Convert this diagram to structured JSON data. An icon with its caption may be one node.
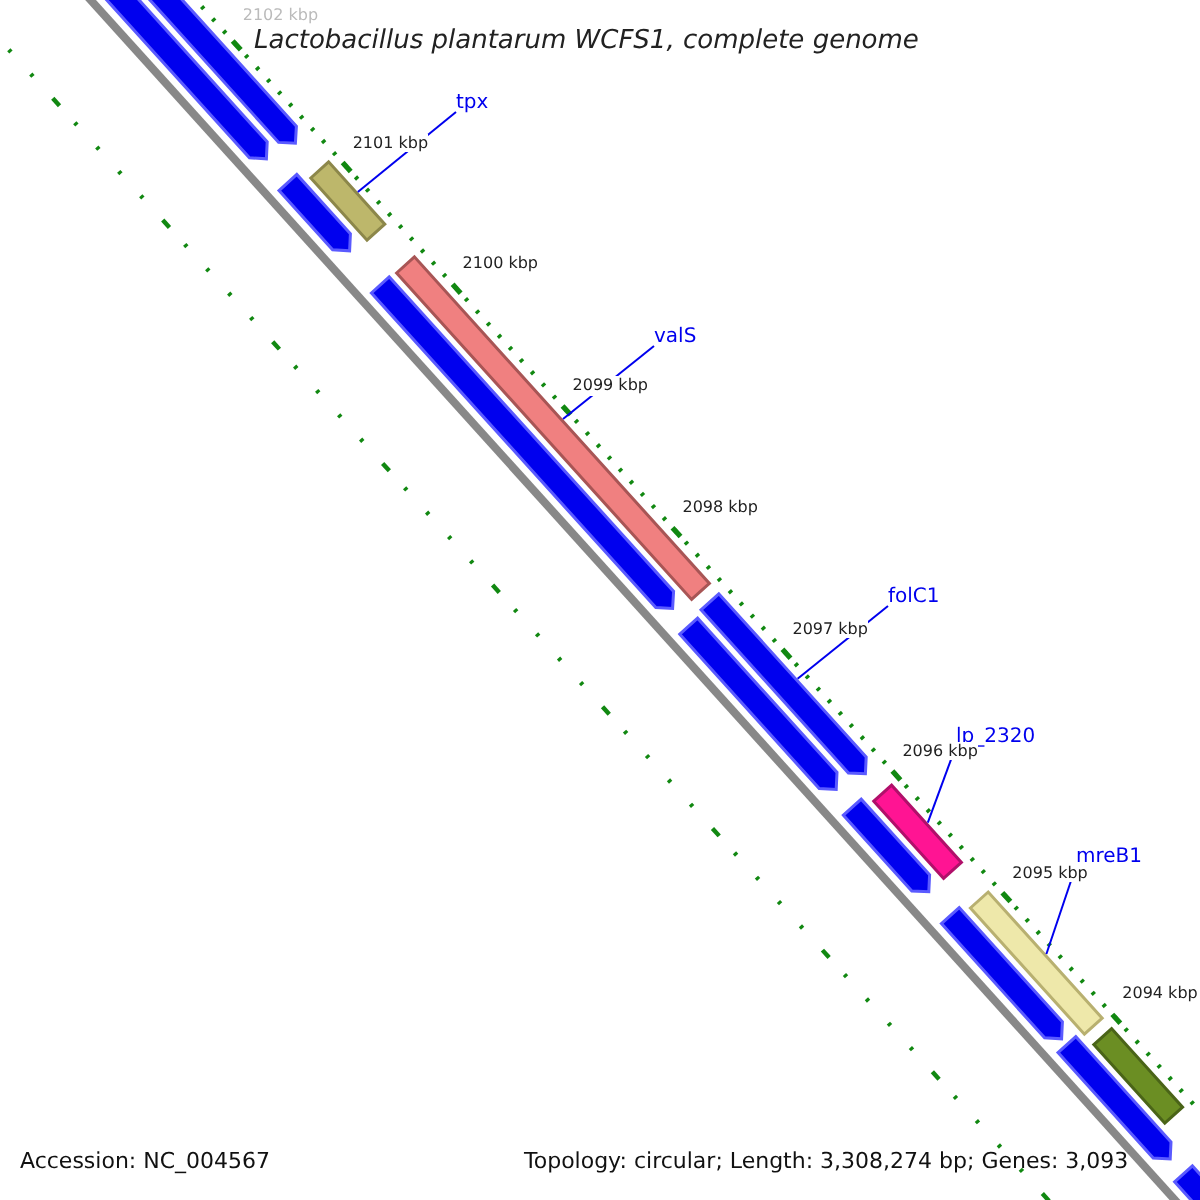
{
  "diagram": {
    "title": "Lactobacillus plantarum WCFS1, complete genome",
    "nodes": [
      {
        "text": [],
        "shape": "arrow"
      },
      {
        "text": [],
        "shape": "arrow"
      },
      {
        "text": [
          "tpx"
        ]
      },
      {
        "text": [],
        "shape": "bar"
      },
      {
        "text": [],
        "shape": "arrow"
      },
      {
        "text": [
          "valS"
        ]
      },
      {
        "text": [],
        "shape": "bar"
      },
      {
        "text": [],
        "shape": "arrow"
      },
      {
        "text": [
          "folC1"
        ]
      },
      {
        "text": [],
        "shape": "arrow"
      },
      {
        "text": [],
        "shape": "arrow"
      },
      {
        "text": [
          "lp_2320"
        ]
      },
      {
        "text": [],
        "shape": "bar"
      },
      {
        "text": [],
        "shape": "arrow"
      },
      {
        "text": [
          "mreB1"
        ]
      },
      {
        "text": [],
        "shape": "bar"
      },
      {
        "text": [],
        "shape": "arrow"
      },
      {
        "text": [],
        "shape": "bar"
      },
      {
        "text": [],
        "shape": "arrow"
      },
      {
        "text": [],
        "shape": "arrow"
      }
    ],
    "edges": [
      {
        "from": 2,
        "to": 3,
        "arrow": "none"
      },
      {
        "from": 5,
        "to": 6,
        "arrow": "none"
      },
      {
        "from": 8,
        "to": 9,
        "arrow": "none"
      },
      {
        "from": 11,
        "to": 12,
        "arrow": "none"
      },
      {
        "from": 14,
        "to": 15,
        "arrow": "none"
      }
    ],
    "labels": [
      "2102 kbp",
      "2101 kbp",
      "2100 kbp",
      "2099 kbp",
      "2098 kbp",
      "2097 kbp",
      "2096 kbp",
      "2095 kbp",
      "2094 kbp",
      "Accession: NC_004567",
      "Topology: circular; Length: 3,308,274 bp; Genes: 3,093"
    ]
  }
}
